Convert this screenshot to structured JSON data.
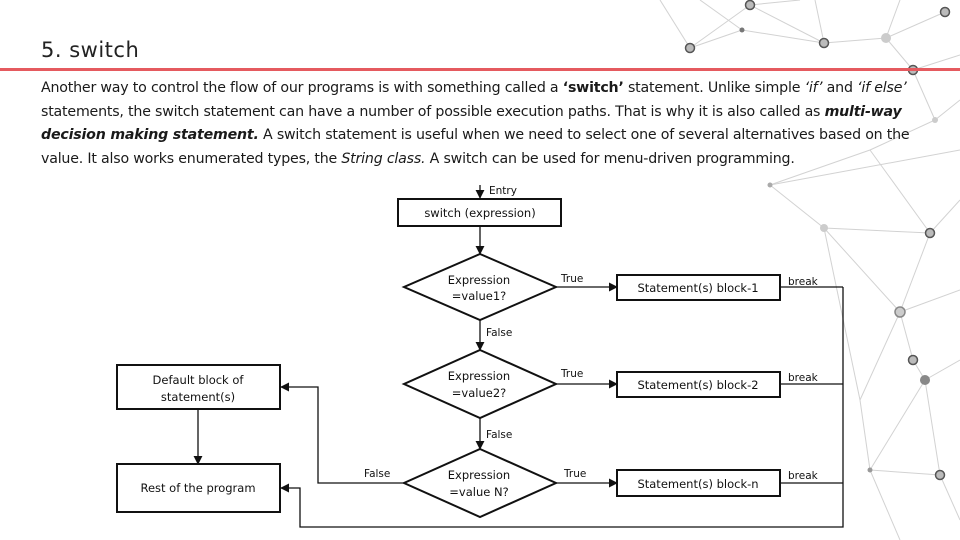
{
  "slide": {
    "title": "5. switch"
  },
  "intro": {
    "t1": "Another way to control the flow of our programs is with something called a ",
    "switch_q": "‘switch’",
    "t2": " statement. Unlike simple ",
    "if_q": "‘if’",
    "t3": " and ",
    "ifelse_q": "‘if else’",
    "t4": " statements, the switch statement can have a number of possible execution paths. That is why it is also called as ",
    "multiway": "multi-way decision making statement.",
    "t5": " A switch statement is useful when we need to select one of several alternatives based on the value. It also works enumerated types, the ",
    "string_class": "String class.",
    "t6": " A switch can be used for menu-driven programming."
  },
  "flowchart": {
    "entry": "Entry",
    "switch_box": "switch (expression)",
    "decision1_line1": "Expression",
    "decision1_line2": "=value1?",
    "decision2_line1": "Expression",
    "decision2_line2": "=value2?",
    "decision3_line1": "Expression",
    "decision3_line2": "=value N?",
    "true_label": "True",
    "false_label": "False",
    "block1": "Statement(s) block-1",
    "block2": "Statement(s) block-2",
    "blockn": "Statement(s) block-n",
    "break_label": "break",
    "default_line1": "Default block of",
    "default_line2": "statement(s)",
    "rest": "Rest of the program"
  },
  "colors": {
    "accent_rule": "#e55a5f",
    "network_node": "#8a8a8a"
  }
}
